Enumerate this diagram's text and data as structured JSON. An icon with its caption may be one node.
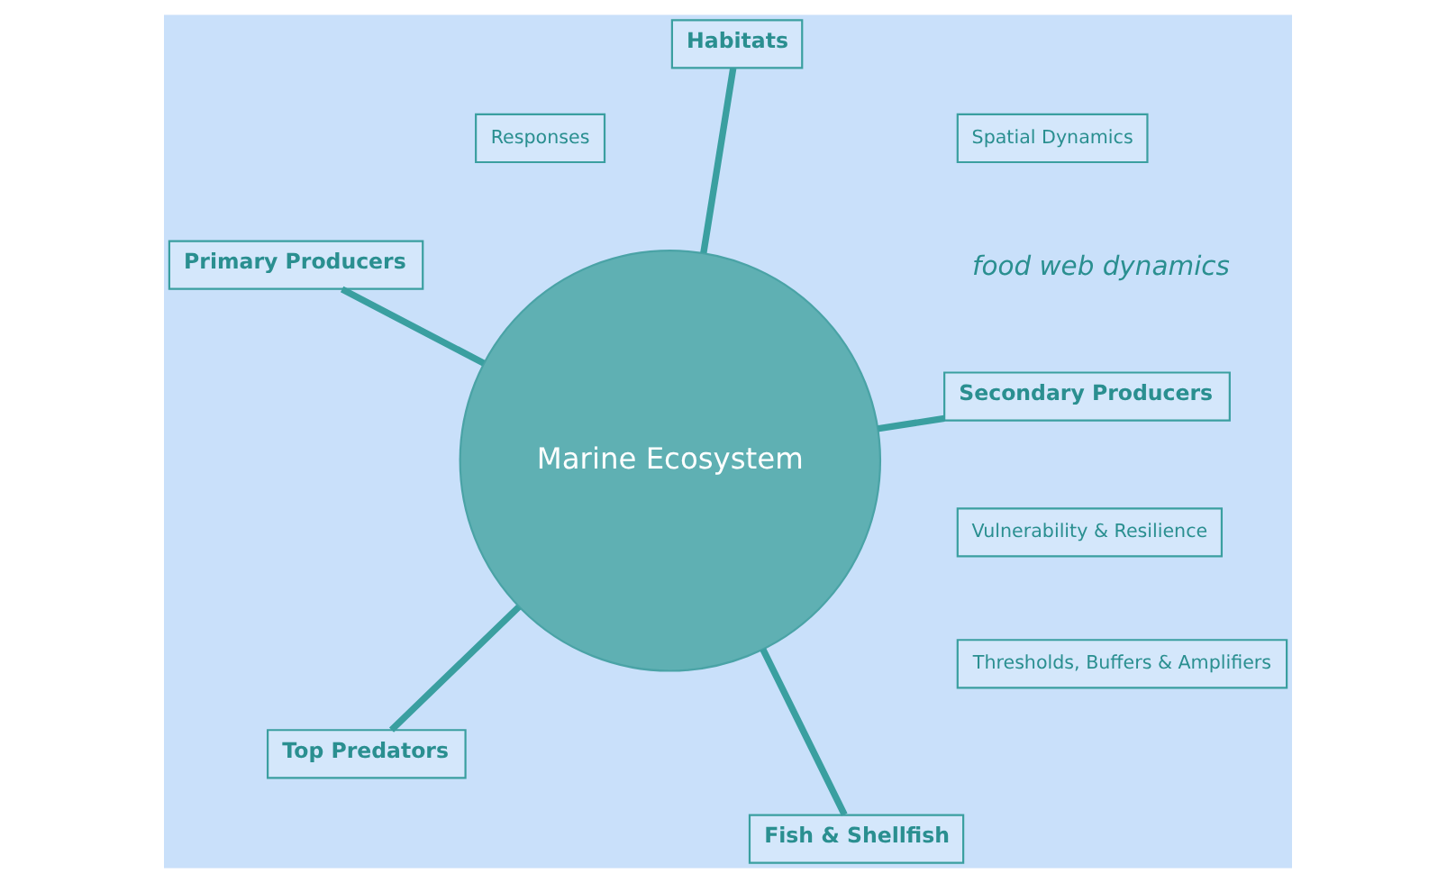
{
  "diagram": {
    "nodes": [
      {
        "text": [
          "Responses"
        ]
      },
      {
        "text": [
          "Vulnerability & Resilience"
        ]
      },
      {
        "text": [
          "Thresholds, Buffers & Amplifiers"
        ]
      },
      {
        "text": [
          "Top Predators"
        ]
      },
      {
        "text": [
          "Marine Ecosystem"
        ]
      },
      {
        "text": [
          "Spatial Dynamics"
        ]
      },
      {
        "text": [
          "Fish & Shellfish"
        ]
      },
      {
        "text": [
          "Habitats"
        ]
      },
      {
        "text": [
          "Secondary Producers"
        ]
      },
      {
        "text": [
          "Primary Producers"
        ]
      }
    ],
    "edges": [
      {
        "from": 4,
        "to": 3,
        "arrow": "none"
      },
      {
        "from": 4,
        "to": 6,
        "arrow": "none"
      },
      {
        "from": 4,
        "to": 8,
        "arrow": "none"
      },
      {
        "from": 4,
        "to": 9,
        "arrow": "none"
      },
      {
        "from": 4,
        "to": 7,
        "arrow": "none"
      }
    ],
    "labels": [
      "food web dynamics"
    ]
  }
}
